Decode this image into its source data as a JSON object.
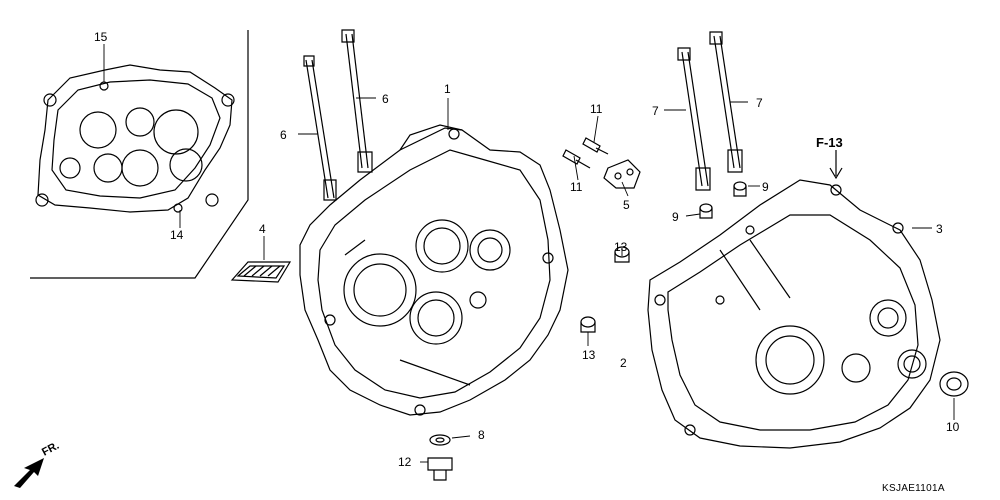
{
  "diagram": {
    "callouts": [
      {
        "id": "c15",
        "text": "15"
      },
      {
        "id": "c14",
        "text": "14"
      },
      {
        "id": "c4",
        "text": "4"
      },
      {
        "id": "c6a",
        "text": "6"
      },
      {
        "id": "c6b",
        "text": "6"
      },
      {
        "id": "c1",
        "text": "1"
      },
      {
        "id": "c11a",
        "text": "11"
      },
      {
        "id": "c11b",
        "text": "11"
      },
      {
        "id": "c5",
        "text": "5"
      },
      {
        "id": "c13a",
        "text": "13"
      },
      {
        "id": "c13b",
        "text": "13"
      },
      {
        "id": "c2",
        "text": "2"
      },
      {
        "id": "c8",
        "text": "8"
      },
      {
        "id": "c12",
        "text": "12"
      },
      {
        "id": "c7a",
        "text": "7"
      },
      {
        "id": "c7b",
        "text": "7"
      },
      {
        "id": "c9a",
        "text": "9"
      },
      {
        "id": "c9b",
        "text": "9"
      },
      {
        "id": "c3",
        "text": "3"
      },
      {
        "id": "c10",
        "text": "10"
      }
    ],
    "ref_label": "F-13",
    "direction_label": "FR.",
    "drawing_code": "KSJAE1101A"
  }
}
